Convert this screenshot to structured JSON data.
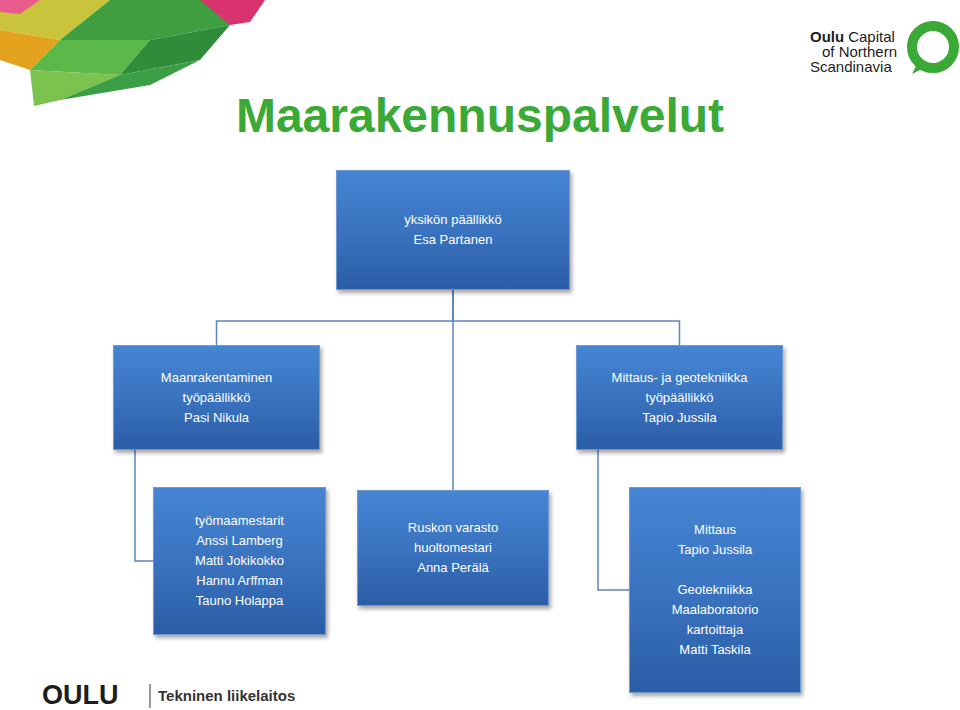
{
  "diagram": {
    "title": "Maarakennuspalvelut",
    "nodes": [
      {
        "text": [
          "yksikön päällikkö",
          "Esa Partanen"
        ]
      },
      {
        "text": [
          "Maanrakentaminen",
          "työpäällikkö",
          "Pasi Nikula"
        ]
      },
      {
        "text": [
          "Mittaus- ja geotekniikka",
          "työpäällikkö",
          "Tapio Jussila"
        ]
      },
      {
        "text": [
          "työmaamestarit",
          "Anssi Lamberg",
          "Matti Jokikokko",
          "Hannu Arffman",
          "Tauno Holappa"
        ]
      },
      {
        "text": [
          "Ruskon varasto",
          "huoltomestari",
          "Anna Perälä"
        ]
      },
      {
        "text": [
          "Mittaus",
          "Tapio Jussila",
          "Geotekniikka",
          "Maalaboratorio",
          "kartoittaja",
          "Matti Taskila"
        ]
      }
    ],
    "edges": [
      {
        "from": 0,
        "to": 1,
        "arrow": "none"
      },
      {
        "from": 0,
        "to": 4,
        "arrow": "none"
      },
      {
        "from": 0,
        "to": 2,
        "arrow": "none"
      },
      {
        "from": 1,
        "to": 3,
        "arrow": "none"
      },
      {
        "from": 2,
        "to": 5,
        "arrow": "none"
      }
    ],
    "labels": [
      "Oulu",
      "Capital",
      "of Northern",
      "Scandinavia",
      "OULU",
      "Tekninen liikelaitos"
    ]
  }
}
